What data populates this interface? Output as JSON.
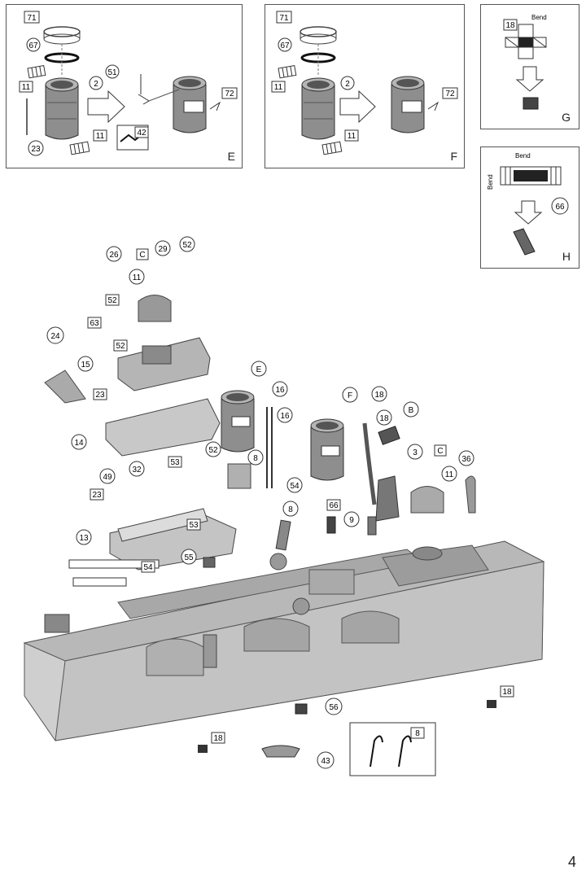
{
  "panels": {
    "E": {
      "letter": "E",
      "parts": [
        "71",
        "67",
        "2",
        "11",
        "23",
        "11",
        "51",
        "42",
        "72"
      ]
    },
    "F": {
      "letter": "F",
      "parts": [
        "71",
        "67",
        "2",
        "11",
        "11",
        "72"
      ]
    },
    "G": {
      "letter": "G",
      "part": "18",
      "bend": "Bend"
    },
    "H": {
      "letter": "H",
      "part": "66",
      "bend": "Bend"
    }
  },
  "main": {
    "parts": [
      "26",
      "C",
      "29",
      "52",
      "11",
      "52",
      "63",
      "52",
      "24",
      "15",
      "E",
      "16",
      "16",
      "23",
      "14",
      "F",
      "18",
      "18",
      "B",
      "3",
      "C",
      "36",
      "11",
      "32",
      "49",
      "53",
      "52",
      "8",
      "23",
      "53",
      "13",
      "54",
      "8",
      "66",
      "9",
      "55",
      "54",
      "18",
      "56",
      "18",
      "8",
      "43"
    ]
  },
  "page": {
    "number": "4"
  }
}
